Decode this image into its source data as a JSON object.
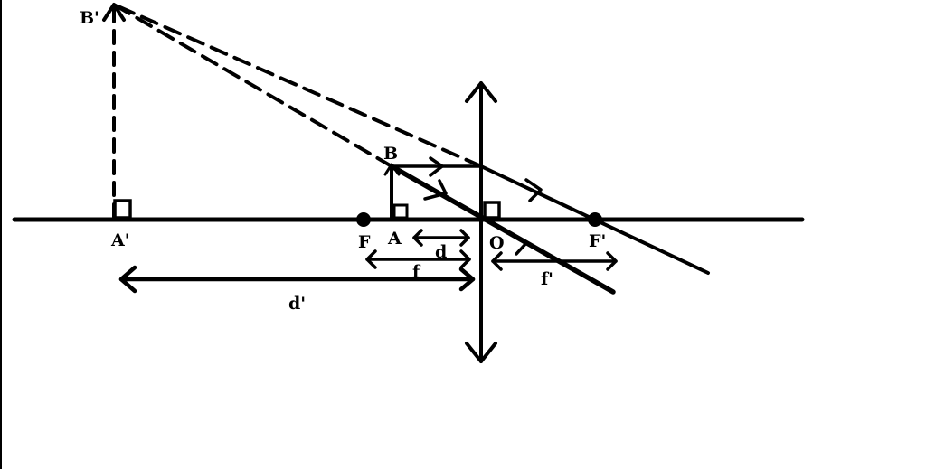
{
  "diagram": {
    "labels": {
      "b_prime": "B'",
      "a_prime": "A'",
      "b": "B",
      "f": "F",
      "a": "A",
      "d": "d",
      "o": "O",
      "f_prime": "F'",
      "f_small": "f",
      "f_small_prime": "f'",
      "d_prime": "d'"
    },
    "colors": {
      "ink": "#000000",
      "background": "#ffffff"
    }
  }
}
